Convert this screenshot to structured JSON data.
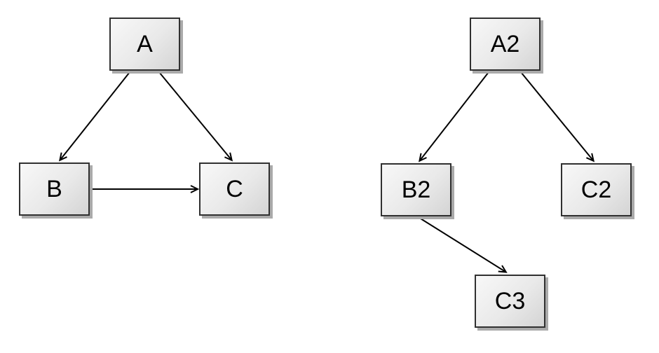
{
  "diagram": {
    "type": "directed-graph",
    "background": "#ffffff",
    "left_graph": {
      "nodes": [
        {
          "id": "A",
          "label": "A"
        },
        {
          "id": "B",
          "label": "B"
        },
        {
          "id": "C",
          "label": "C"
        }
      ],
      "edges": [
        {
          "from": "A",
          "to": "B"
        },
        {
          "from": "A",
          "to": "C"
        },
        {
          "from": "B",
          "to": "C"
        }
      ]
    },
    "right_graph": {
      "nodes": [
        {
          "id": "A2",
          "label": "A2"
        },
        {
          "id": "B2",
          "label": "B2"
        },
        {
          "id": "C2",
          "label": "C2"
        },
        {
          "id": "C3",
          "label": "C3"
        }
      ],
      "edges": [
        {
          "from": "A2",
          "to": "B2"
        },
        {
          "from": "A2",
          "to": "C2"
        },
        {
          "from": "B2",
          "to": "C3"
        }
      ]
    },
    "colors": {
      "node_fill_top": "#f8f8f8",
      "node_fill_bottom": "#d4d4d4",
      "node_border": "#303030",
      "node_shadow": "#aaaaaa",
      "edge": "#000000",
      "text": "#000000",
      "background": "#ffffff"
    }
  }
}
